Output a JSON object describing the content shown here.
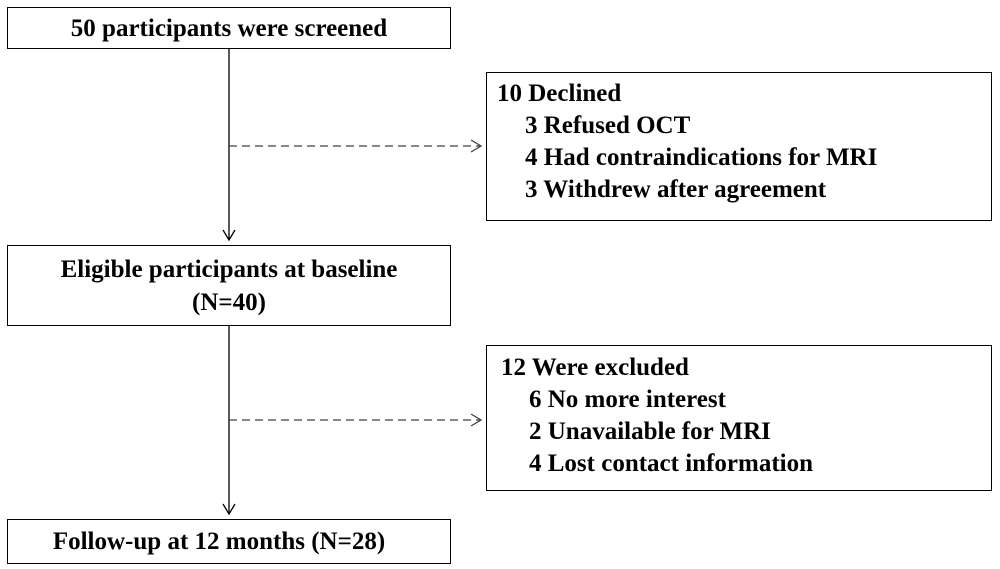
{
  "flow": {
    "screened": "50 participants were screened",
    "baseline": {
      "line1": "Eligible participants at baseline",
      "line2": "(N=40)"
    },
    "followup": "Follow-up at 12 months (N=28)"
  },
  "declined": {
    "header": "10 Declined",
    "items": [
      "3 Refused OCT",
      "4 Had contraindications for MRI",
      "3 Withdrew after agreement"
    ]
  },
  "excluded": {
    "header": "12 Were excluded",
    "items": [
      "6 No more interest",
      "2 Unavailable for MRI",
      "4 Lost contact information"
    ]
  },
  "colors": {
    "line": "#000000",
    "dashed_line": "#404040",
    "background": "#ffffff"
  }
}
